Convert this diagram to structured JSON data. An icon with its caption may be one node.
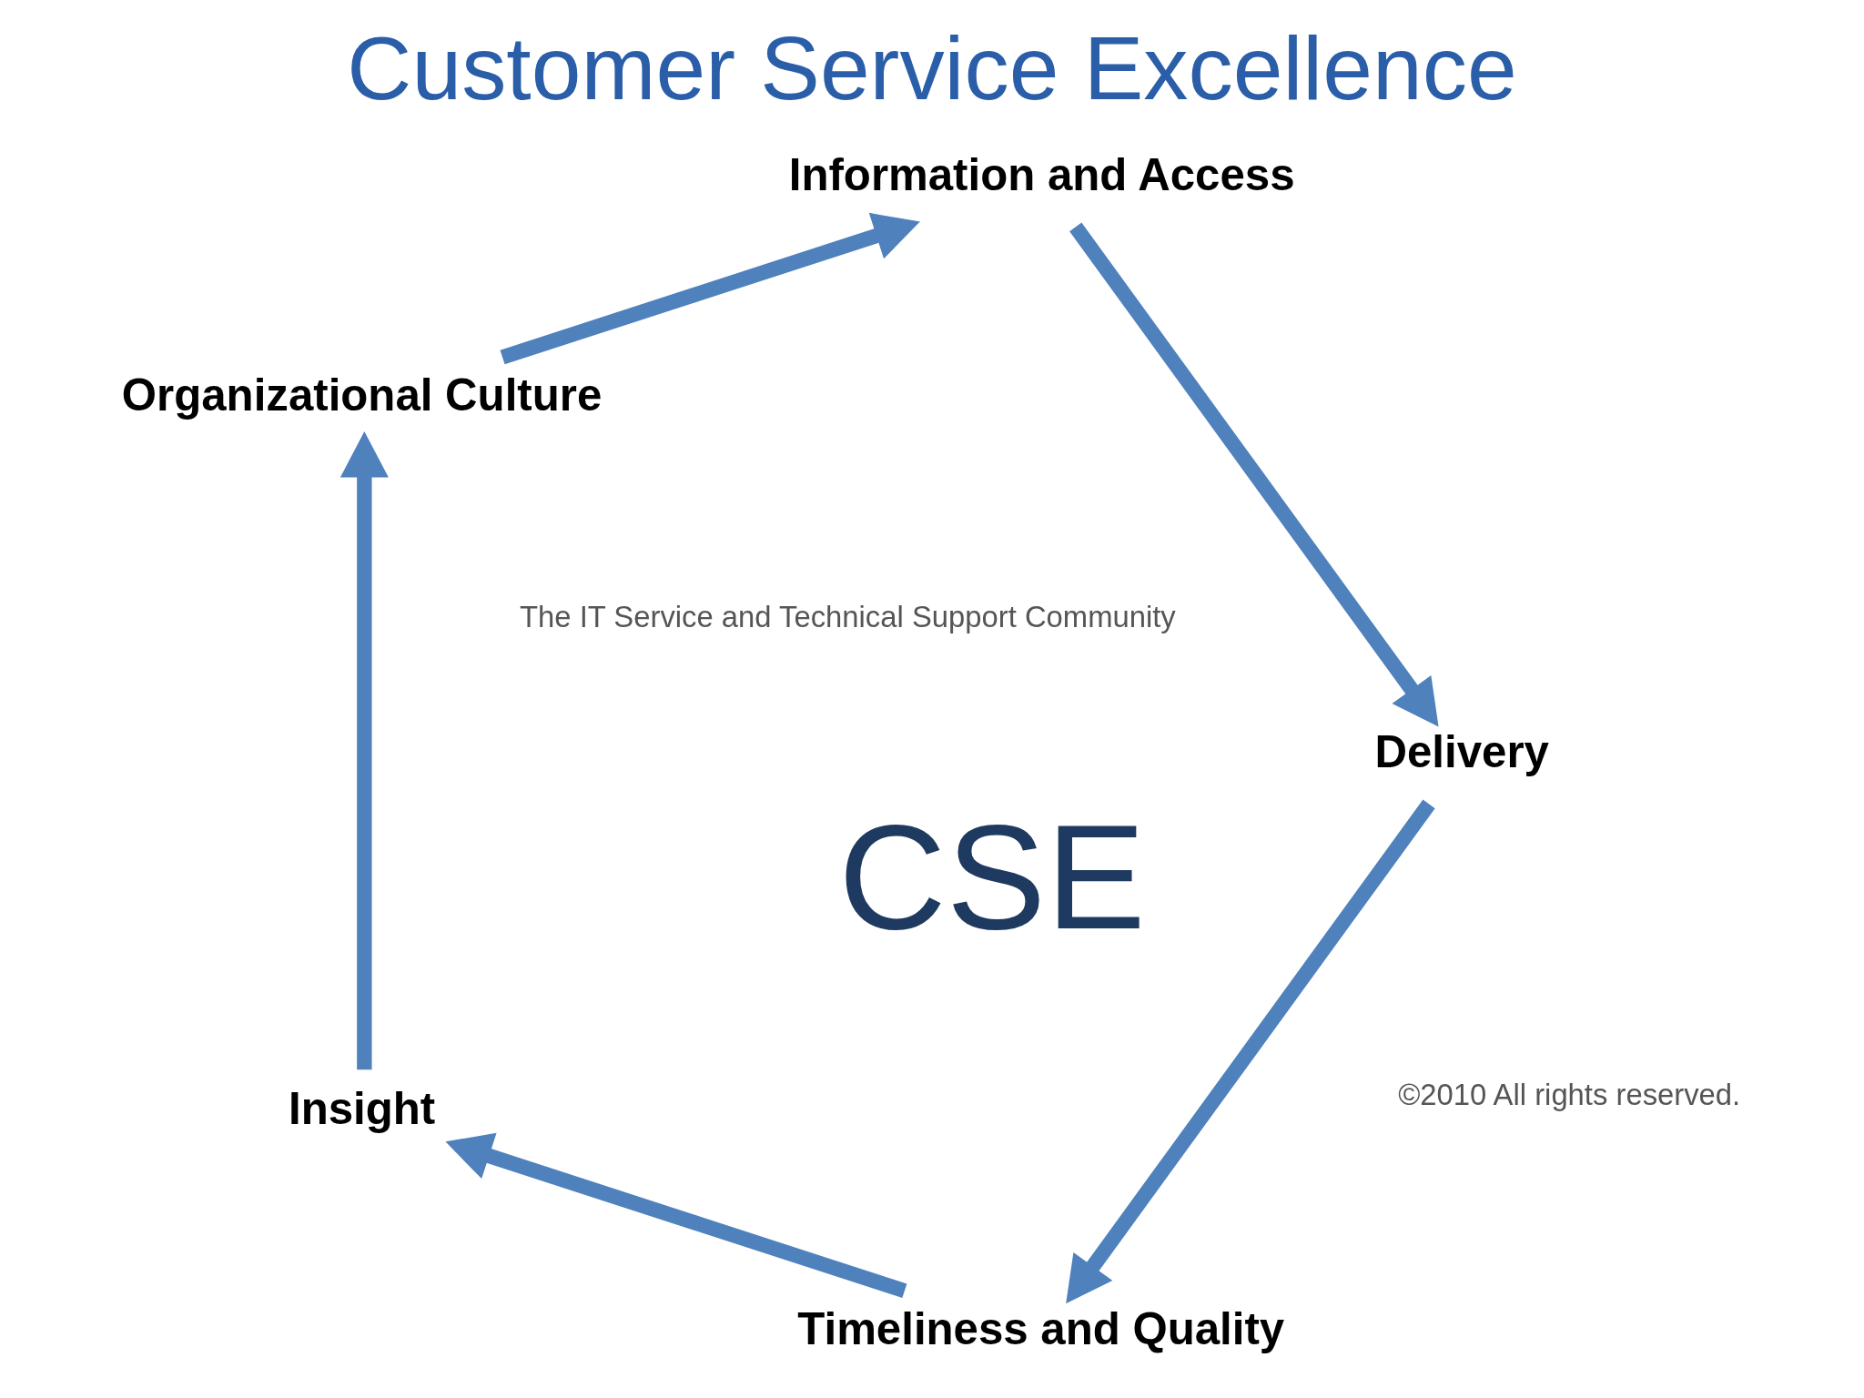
{
  "diagram": {
    "title": "Customer Service Excellence",
    "nodes": [
      {
        "text": [
          "Timeliness and Quality"
        ]
      },
      {
        "text": [
          "Insight"
        ]
      },
      {
        "text": [
          "Organizational Culture"
        ]
      },
      {
        "text": [
          "Information and Access"
        ]
      },
      {
        "text": [
          "Delivery"
        ]
      }
    ],
    "edges": [
      {
        "from": 0,
        "to": 1,
        "arrow": "to"
      },
      {
        "from": 1,
        "to": 2,
        "arrow": "to"
      },
      {
        "from": 2,
        "to": 3,
        "arrow": "to"
      },
      {
        "from": 3,
        "to": 4,
        "arrow": "to"
      },
      {
        "from": 4,
        "to": 0,
        "arrow": "to"
      }
    ],
    "labels": [
      "CSE",
      "The IT Service and Technical Support Community",
      "©2010 All rights reserved."
    ]
  }
}
